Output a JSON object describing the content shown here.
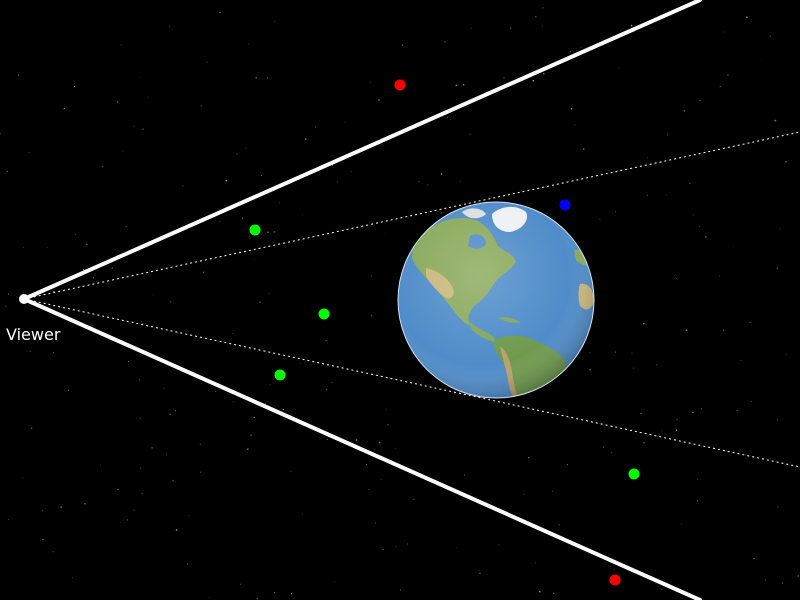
{
  "viewer": {
    "label": "Viewer"
  },
  "colors": {
    "background": "#000000",
    "frustum_lines": "#ffffff",
    "ocean": "#4f8cc9",
    "land": "#7fa65a",
    "desert": "#c9b77a",
    "ice": "#f2f4f7",
    "point_inside": "#00ff00",
    "point_outside": "#ff0000",
    "point_occluded": "#0000ff"
  },
  "points": [
    {
      "status": "outside",
      "color": "#ff0000"
    },
    {
      "status": "inside",
      "color": "#00ff00"
    },
    {
      "status": "inside",
      "color": "#00ff00"
    },
    {
      "status": "inside",
      "color": "#00ff00"
    },
    {
      "status": "occluded",
      "color": "#0000ff"
    },
    {
      "status": "inside",
      "color": "#00ff00"
    },
    {
      "status": "outside",
      "color": "#ff0000"
    }
  ]
}
